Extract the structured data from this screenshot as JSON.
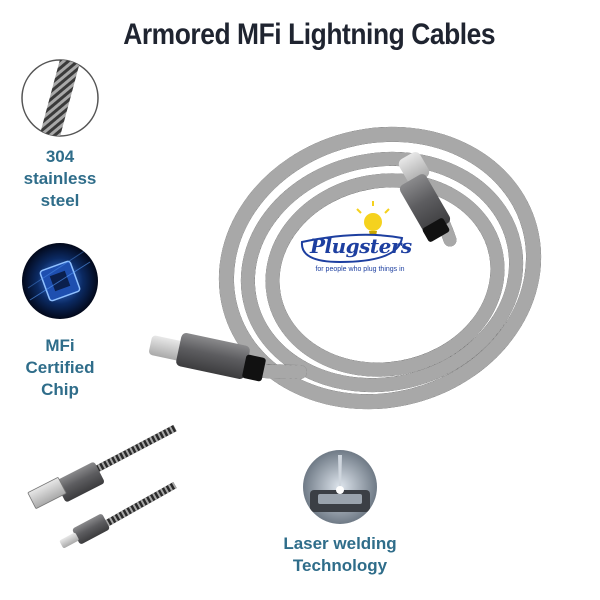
{
  "title": "Armored MFi Lightning Cables",
  "features": [
    {
      "lines": [
        "304",
        "stainless",
        "steel"
      ],
      "icon": "steel-cable-closeup-icon"
    },
    {
      "lines": [
        "MFi",
        "Certified",
        "Chip"
      ],
      "icon": "chip-icon"
    },
    {
      "lines": [
        "Laser welding",
        "Technology"
      ],
      "icon": "laser-welding-icon"
    }
  ],
  "logo": {
    "name": "Plugsters",
    "tagline": "for people who plug things in",
    "colors": {
      "text": "#1d3fa0",
      "bulb": "#f5d21e"
    }
  },
  "colors": {
    "title": "#1f2430",
    "feature_text": "#2f6d8a",
    "cable_dark": "#2a2a2a",
    "cable_light": "#9a9a9a",
    "connector": "#6e6e70"
  }
}
